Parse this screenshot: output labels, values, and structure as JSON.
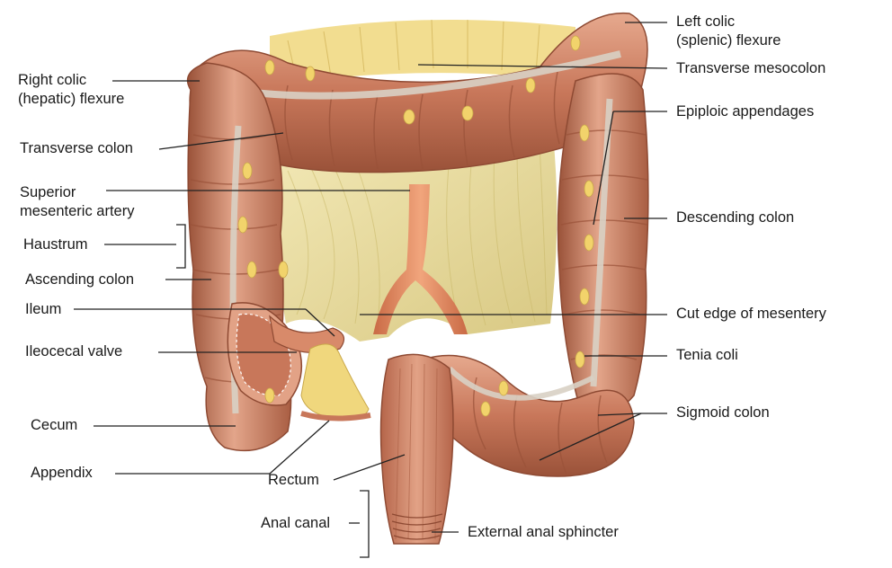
{
  "figure": {
    "palette": {
      "colon": "#c8775a",
      "colon_dark": "#8e4a33",
      "colon_light": "#e3a58a",
      "mesentery": "#ece0a2",
      "mesentery_dark": "#c9b868",
      "fat": "#f0d77d",
      "artery": "#e08a62",
      "tenia": "#d8d0c4",
      "leader": "#222222"
    }
  },
  "labels": {
    "right_colic_1": "Right colic",
    "right_colic_2": "(hepatic) flexure",
    "transverse_colon": "Transverse colon",
    "superior_1": "Superior",
    "superior_2": "mesenteric artery",
    "haustrum": "Haustrum",
    "ascending_colon": "Ascending colon",
    "ileum": "Ileum",
    "ileocecal_valve": "Ileocecal valve",
    "cecum": "Cecum",
    "appendix": "Appendix",
    "rectum": "Rectum",
    "anal_canal": "Anal canal",
    "left_colic_1": "Left colic",
    "left_colic_2": "(splenic) flexure",
    "transverse_mesocolon": "Transverse mesocolon",
    "epiploic_appendages": "Epiploic appendages",
    "descending_colon": "Descending colon",
    "cut_edge": "Cut edge of mesentery",
    "tenia_coli": "Tenia coli",
    "sigmoid_colon": "Sigmoid colon",
    "external_anal_sphincter": "External anal sphincter"
  }
}
